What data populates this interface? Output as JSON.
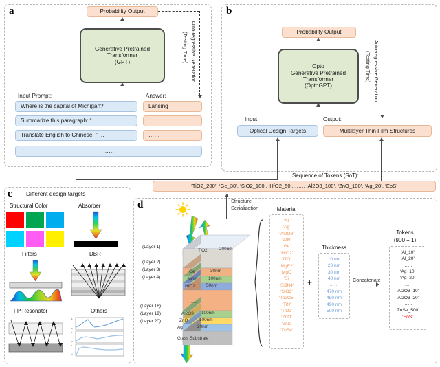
{
  "figure": {
    "panels": [
      "a",
      "b",
      "c",
      "d"
    ]
  },
  "panel_a": {
    "id": "a",
    "probability_output": "Probability Output",
    "model_box": "Generative Pretrained\nTransformer\n(GPT)",
    "model_line1": "Generative Pretrained",
    "model_line2": "Transformer",
    "model_line3": "(GPT)",
    "loop_label_main": "Auto-regressive Generation",
    "loop_label_sub": "(Testing Time)",
    "input_header": "Input Prompt:",
    "answer_header": "Answer:",
    "prompts": [
      "Where is the capital of Michigan?",
      "Summarize this paragraph: “….",
      "Translate English to Chinese: “ …",
      "……"
    ],
    "answers": [
      "Lansing",
      "….",
      "……"
    ]
  },
  "panel_b": {
    "id": "b",
    "probability_output": "Probability Output",
    "model_line1": "Opto",
    "model_line2": "Generative Pretrained",
    "model_line3": "Transformer",
    "model_line4": "(OptoGPT)",
    "loop_label_main": "Auto-regressive Generation",
    "loop_label_sub": "(Testing Time)",
    "input_header": "Input:",
    "output_header": "Output:",
    "input_box": "Optical Design Targets",
    "output_box": "Multilayer Thin Film Structures"
  },
  "sot": {
    "header": "Sequence of Tokens (SoT):",
    "tokens": "‘TiO2_200’, ‘Ge_30’, ‘SiO2_100’, ‘HfO2_50’,……, ‘Al2O3_100’, ‘ZnO_100’, ‘Ag_20’, ‘EoS’"
  },
  "panel_c": {
    "id": "c",
    "title": "Different design targets",
    "items": [
      {
        "label": "Structural Color"
      },
      {
        "label": "Absorber"
      },
      {
        "label": "Filters"
      },
      {
        "label": "DBR"
      },
      {
        "label": "FP Resonator"
      },
      {
        "label": "Others"
      }
    ],
    "structural_color_swatches": [
      "#ff0000",
      "#00a651",
      "#00aeef",
      "#00d2ff",
      "#ff5cf4",
      "#fff000"
    ],
    "absorber_color": "#000000",
    "others_axis": {
      "ymin": "0",
      "ymax": "1"
    }
  },
  "panel_d": {
    "id": "d",
    "serialization_label_line1": "Structure",
    "serialization_label_line2": "Serialization",
    "layer_labels": [
      "(Layer 1)",
      "(Layer 2)",
      "(Layer 3)",
      "(Layer 4)",
      "(Layer 18)",
      "(Layer 19)",
      "(Layer 20)"
    ],
    "stack_layers": [
      {
        "material": "TiO2",
        "thickness": "200nm",
        "color": "#dcd9d2"
      },
      {
        "material": "Ge",
        "thickness": "30nm",
        "color": "#f0b183"
      },
      {
        "material": "SiO2",
        "thickness": "100nm",
        "color": "#a8d08d"
      },
      {
        "material": "HfO2",
        "thickness": "50nm",
        "color": "#8faadc"
      },
      {
        "material": "……",
        "thickness": "",
        "color": "#f4b183"
      },
      {
        "material": "Al2O3",
        "thickness": "100nm",
        "color": "#a9d18e"
      },
      {
        "material": "ZnO",
        "thickness": "100nm",
        "color": "#ffd966"
      },
      {
        "material": "Ag",
        "thickness": "20nm",
        "color": "#9dc3e6"
      }
    ],
    "substrate": "Glass Substrate",
    "material_header": "Material",
    "materials": [
      "‘Al’",
      "‘Ag’",
      "‘Al2O3’",
      "‘AlN’",
      "‘Ge’",
      "‘HfO2’",
      "‘ITO’",
      "‘MgF2’",
      "‘MgO’",
      "‘Si’",
      "‘Si3N4’",
      "‘SiO2’",
      "‘Ta2O5’",
      "‘TiN’",
      "‘TiO2’",
      "‘ZnO’",
      "‘ZnS’",
      "‘ZnSe’"
    ],
    "plus_sign": "+",
    "thickness_header": "Thickness",
    "thicknesses": [
      "10 nm",
      "20 nm",
      "30 nm",
      "40 nm",
      "……",
      "470 nm",
      "480 nm",
      "490 nm",
      "500 nm"
    ],
    "concatenate_label": "Concatenate",
    "tokens_header_line1": "Tokens",
    "tokens_header_line2": "(900 + 1)",
    "tokens": [
      "‘Al_10’",
      "‘Al_20’",
      "……",
      "‘Ag_10’",
      "‘Ag_20’",
      "….",
      "‘Al2O3_10’",
      "‘Al2O3_20’",
      "……",
      "‘ZnSe_500’"
    ],
    "eos_token": "‘EoS’",
    "eos_color": "#ff0000"
  }
}
